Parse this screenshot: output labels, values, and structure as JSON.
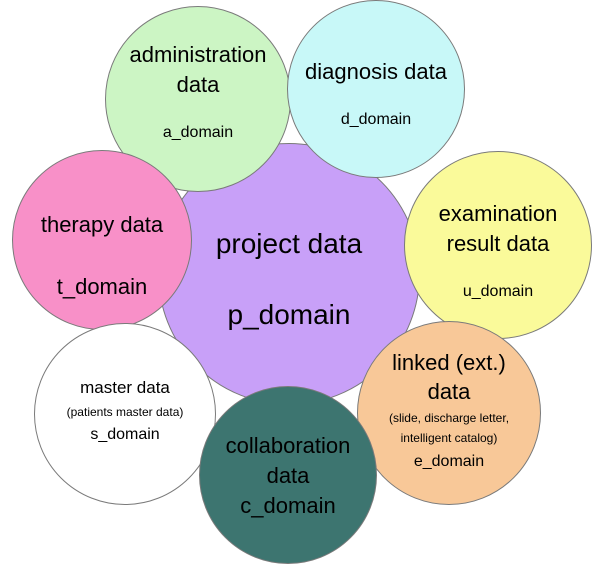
{
  "nodes": {
    "project": {
      "title": "project data",
      "domain": "p_domain",
      "color": "#c8a0f8"
    },
    "administration": {
      "title_line1": "administration",
      "title_line2": "data",
      "domain": "a_domain",
      "color": "#ccf5c4"
    },
    "diagnosis": {
      "title": "diagnosis data",
      "domain": "d_domain",
      "color": "#c8f8f8"
    },
    "examination": {
      "title_line1": "examination",
      "title_line2": "result data",
      "domain": "u_domain",
      "color": "#fafa9a"
    },
    "linked": {
      "title_line1": "linked (ext.)",
      "title_line2": "data",
      "note_line1": "(slide, discharge letter,",
      "note_line2": "intelligent catalog)",
      "domain": "e_domain",
      "color": "#f8c898"
    },
    "collaboration": {
      "title_line1": "collaboration",
      "title_line2": "data",
      "domain": "c_domain",
      "color": "#3d7570"
    },
    "master": {
      "title": "master data",
      "note": "(patients master data)",
      "domain": "s_domain",
      "color": "#ffffff"
    },
    "therapy": {
      "title": "therapy data",
      "domain": "t_domain",
      "color": "#f890c8"
    }
  }
}
